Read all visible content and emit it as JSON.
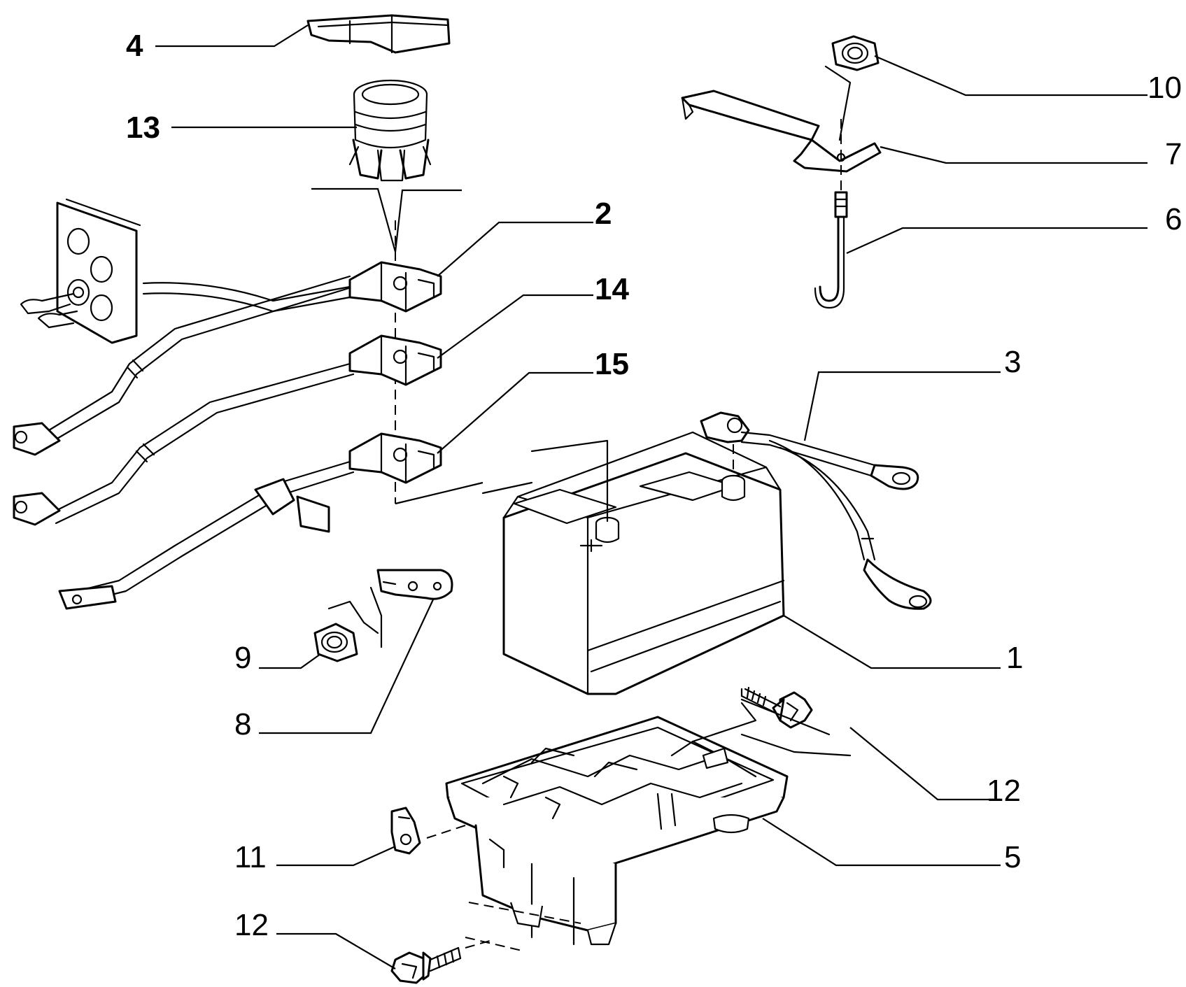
{
  "callouts": {
    "c4": "4",
    "c13": "13",
    "c2": "2",
    "c14": "14",
    "c15": "15",
    "c10": "10",
    "c7": "7",
    "c6": "6",
    "c3": "3",
    "c1": "1",
    "c9": "9",
    "c8": "8",
    "c12a": "12",
    "c11": "11",
    "c5": "5",
    "c12b": "12"
  }
}
